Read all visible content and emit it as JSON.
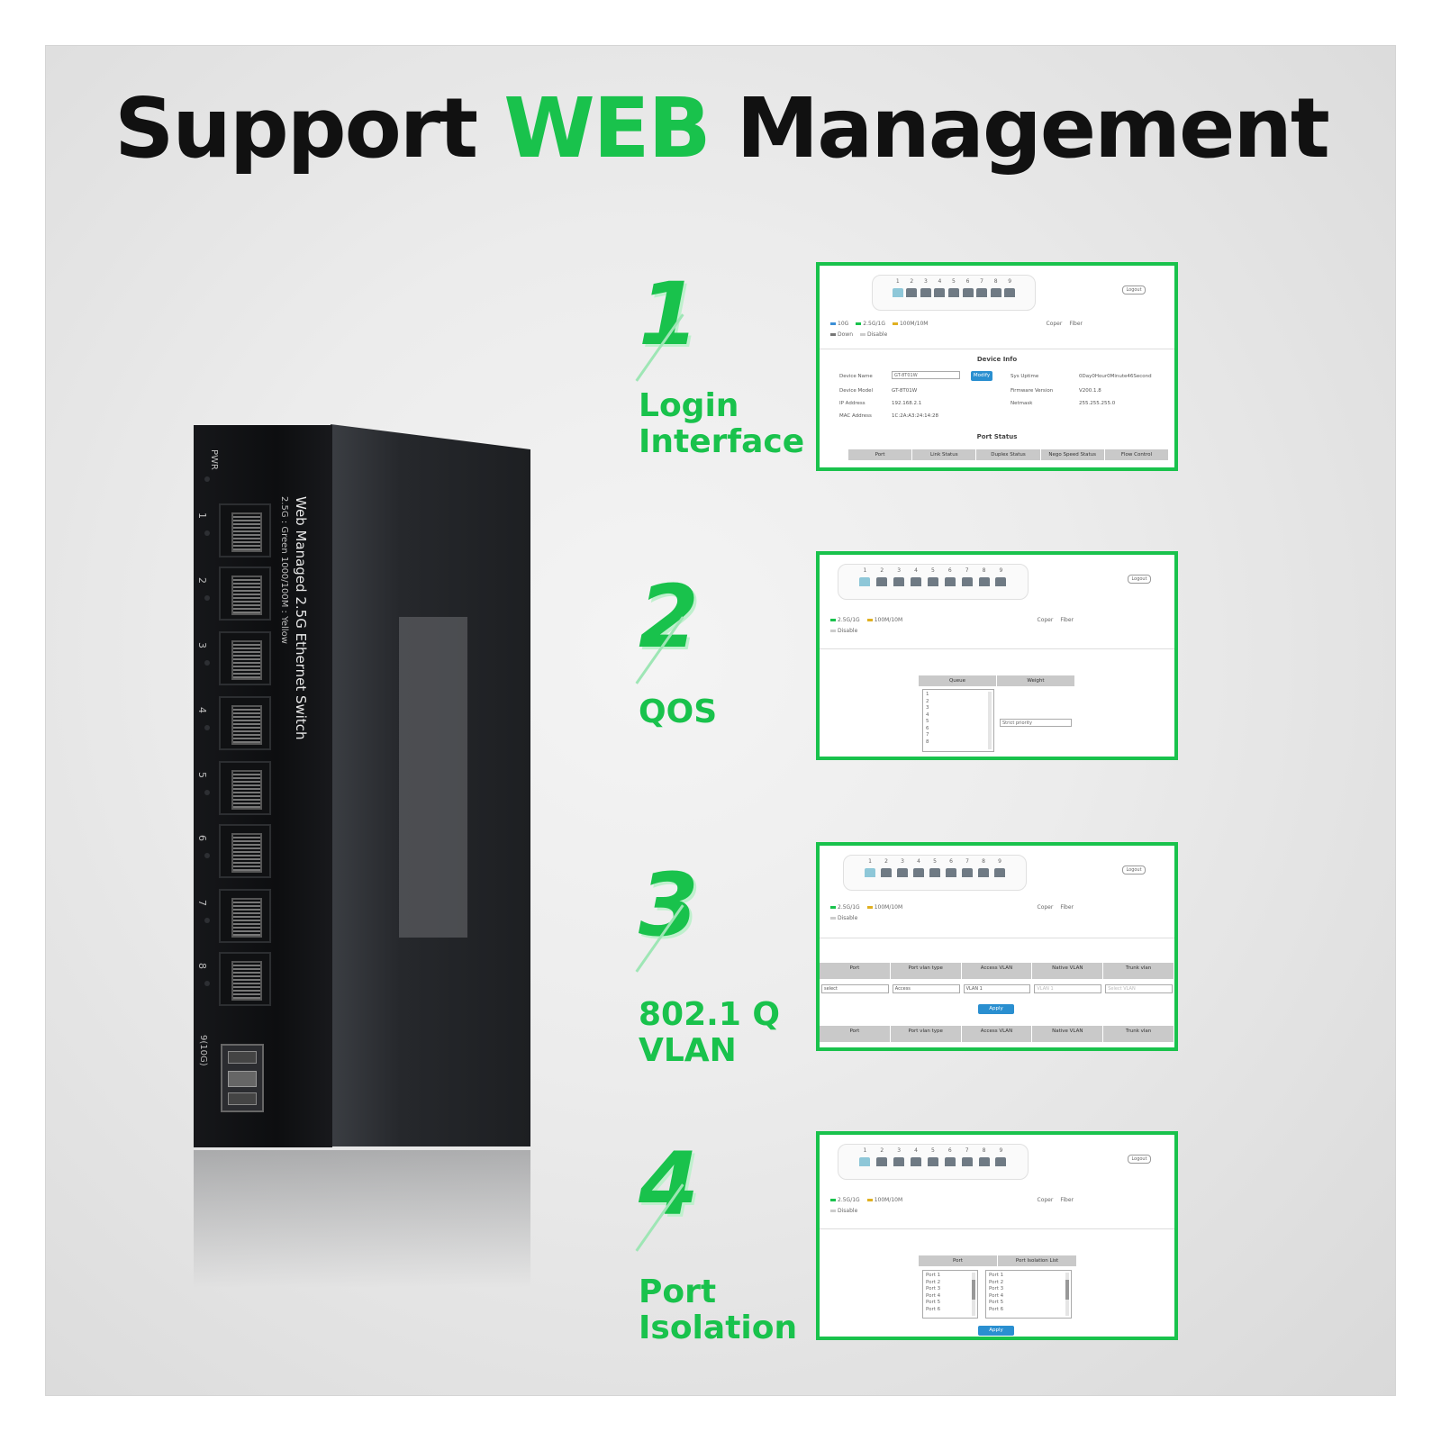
{
  "headline": {
    "part1": "Support ",
    "highlight": "WEB",
    "part2": " Management"
  },
  "colors": {
    "accent_green": "#19c24c",
    "switch_body": "#1d1f22"
  },
  "device": {
    "title": "Web Managed 2.5G Ethernet Switch",
    "subtitle": "2.5G : Green    1000/100M : Yellow",
    "pwr_label": "PWR",
    "ports": [
      "1",
      "2",
      "3",
      "4",
      "5",
      "6",
      "7",
      "8"
    ],
    "sfp_label": "9(10G)"
  },
  "features": [
    {
      "number": "1",
      "name": "Login\nInterface"
    },
    {
      "number": "2",
      "name": "QOS"
    },
    {
      "number": "3",
      "name": "802.1 Q\nVLAN"
    },
    {
      "number": "4",
      "name": "Port\nIsolation"
    }
  ],
  "panels": {
    "port_numbers": [
      "1",
      "2",
      "3",
      "4",
      "5",
      "6",
      "7",
      "8",
      "9"
    ],
    "logout": "Logout",
    "login": {
      "legend": [
        "10G",
        "2.5G/1G",
        "100M/10M",
        "Down",
        "Disable"
      ],
      "legend_right": [
        "Coper",
        "Fiber"
      ],
      "section_title": "Device Info",
      "fields": [
        {
          "label": "Device Name",
          "value": "GT-8T01W"
        },
        {
          "label": "Device Model",
          "value": "GT-8T01W"
        },
        {
          "label": "IP Address",
          "value": "192.168.2.1"
        },
        {
          "label": "MAC Address",
          "value": "1C:2A:A3:24:14:28"
        }
      ],
      "modify": "Modify",
      "fields_right": [
        {
          "label": "Sys Uptime",
          "value": "0Day0Hour0Minute46Second"
        },
        {
          "label": "Firmware Version",
          "value": "V200.1.8"
        },
        {
          "label": "Netmask",
          "value": "255.255.255.0"
        }
      ],
      "port_status": "Port Status",
      "columns": [
        "Port",
        "Link Status",
        "Duplex Status",
        "Nego Speed Status",
        "Flow Control"
      ]
    },
    "qos": {
      "legend": [
        "2.5G/1G",
        "100M/10M",
        "Disable"
      ],
      "legend_right": [
        "Coper",
        "Fiber"
      ],
      "columns": [
        "Queue",
        "Weight"
      ],
      "queues": [
        "1",
        "2",
        "3",
        "4",
        "5",
        "6",
        "7",
        "8"
      ],
      "weight_value": "Strict priority"
    },
    "vlan": {
      "legend": [
        "2.5G/1G",
        "100M/10M",
        "Disable"
      ],
      "legend_right": [
        "Coper",
        "Fiber"
      ],
      "columns": [
        "Port",
        "Port vlan type",
        "Access VLAN",
        "Native VLAN",
        "Trunk vlan"
      ],
      "row": [
        "select",
        "Access",
        "VLAN 1",
        "VLAN 1",
        "Select VLAN"
      ],
      "apply": "Apply"
    },
    "isolation": {
      "legend": [
        "2.5G/1G",
        "100M/10M",
        "Disable"
      ],
      "legend_right": [
        "Coper",
        "Fiber"
      ],
      "columns": [
        "Port",
        "Port Isolation List"
      ],
      "ports": [
        "Port 1",
        "Port 2",
        "Port 3",
        "Port 4",
        "Port 5",
        "Port 6"
      ],
      "apply": "Apply"
    }
  }
}
